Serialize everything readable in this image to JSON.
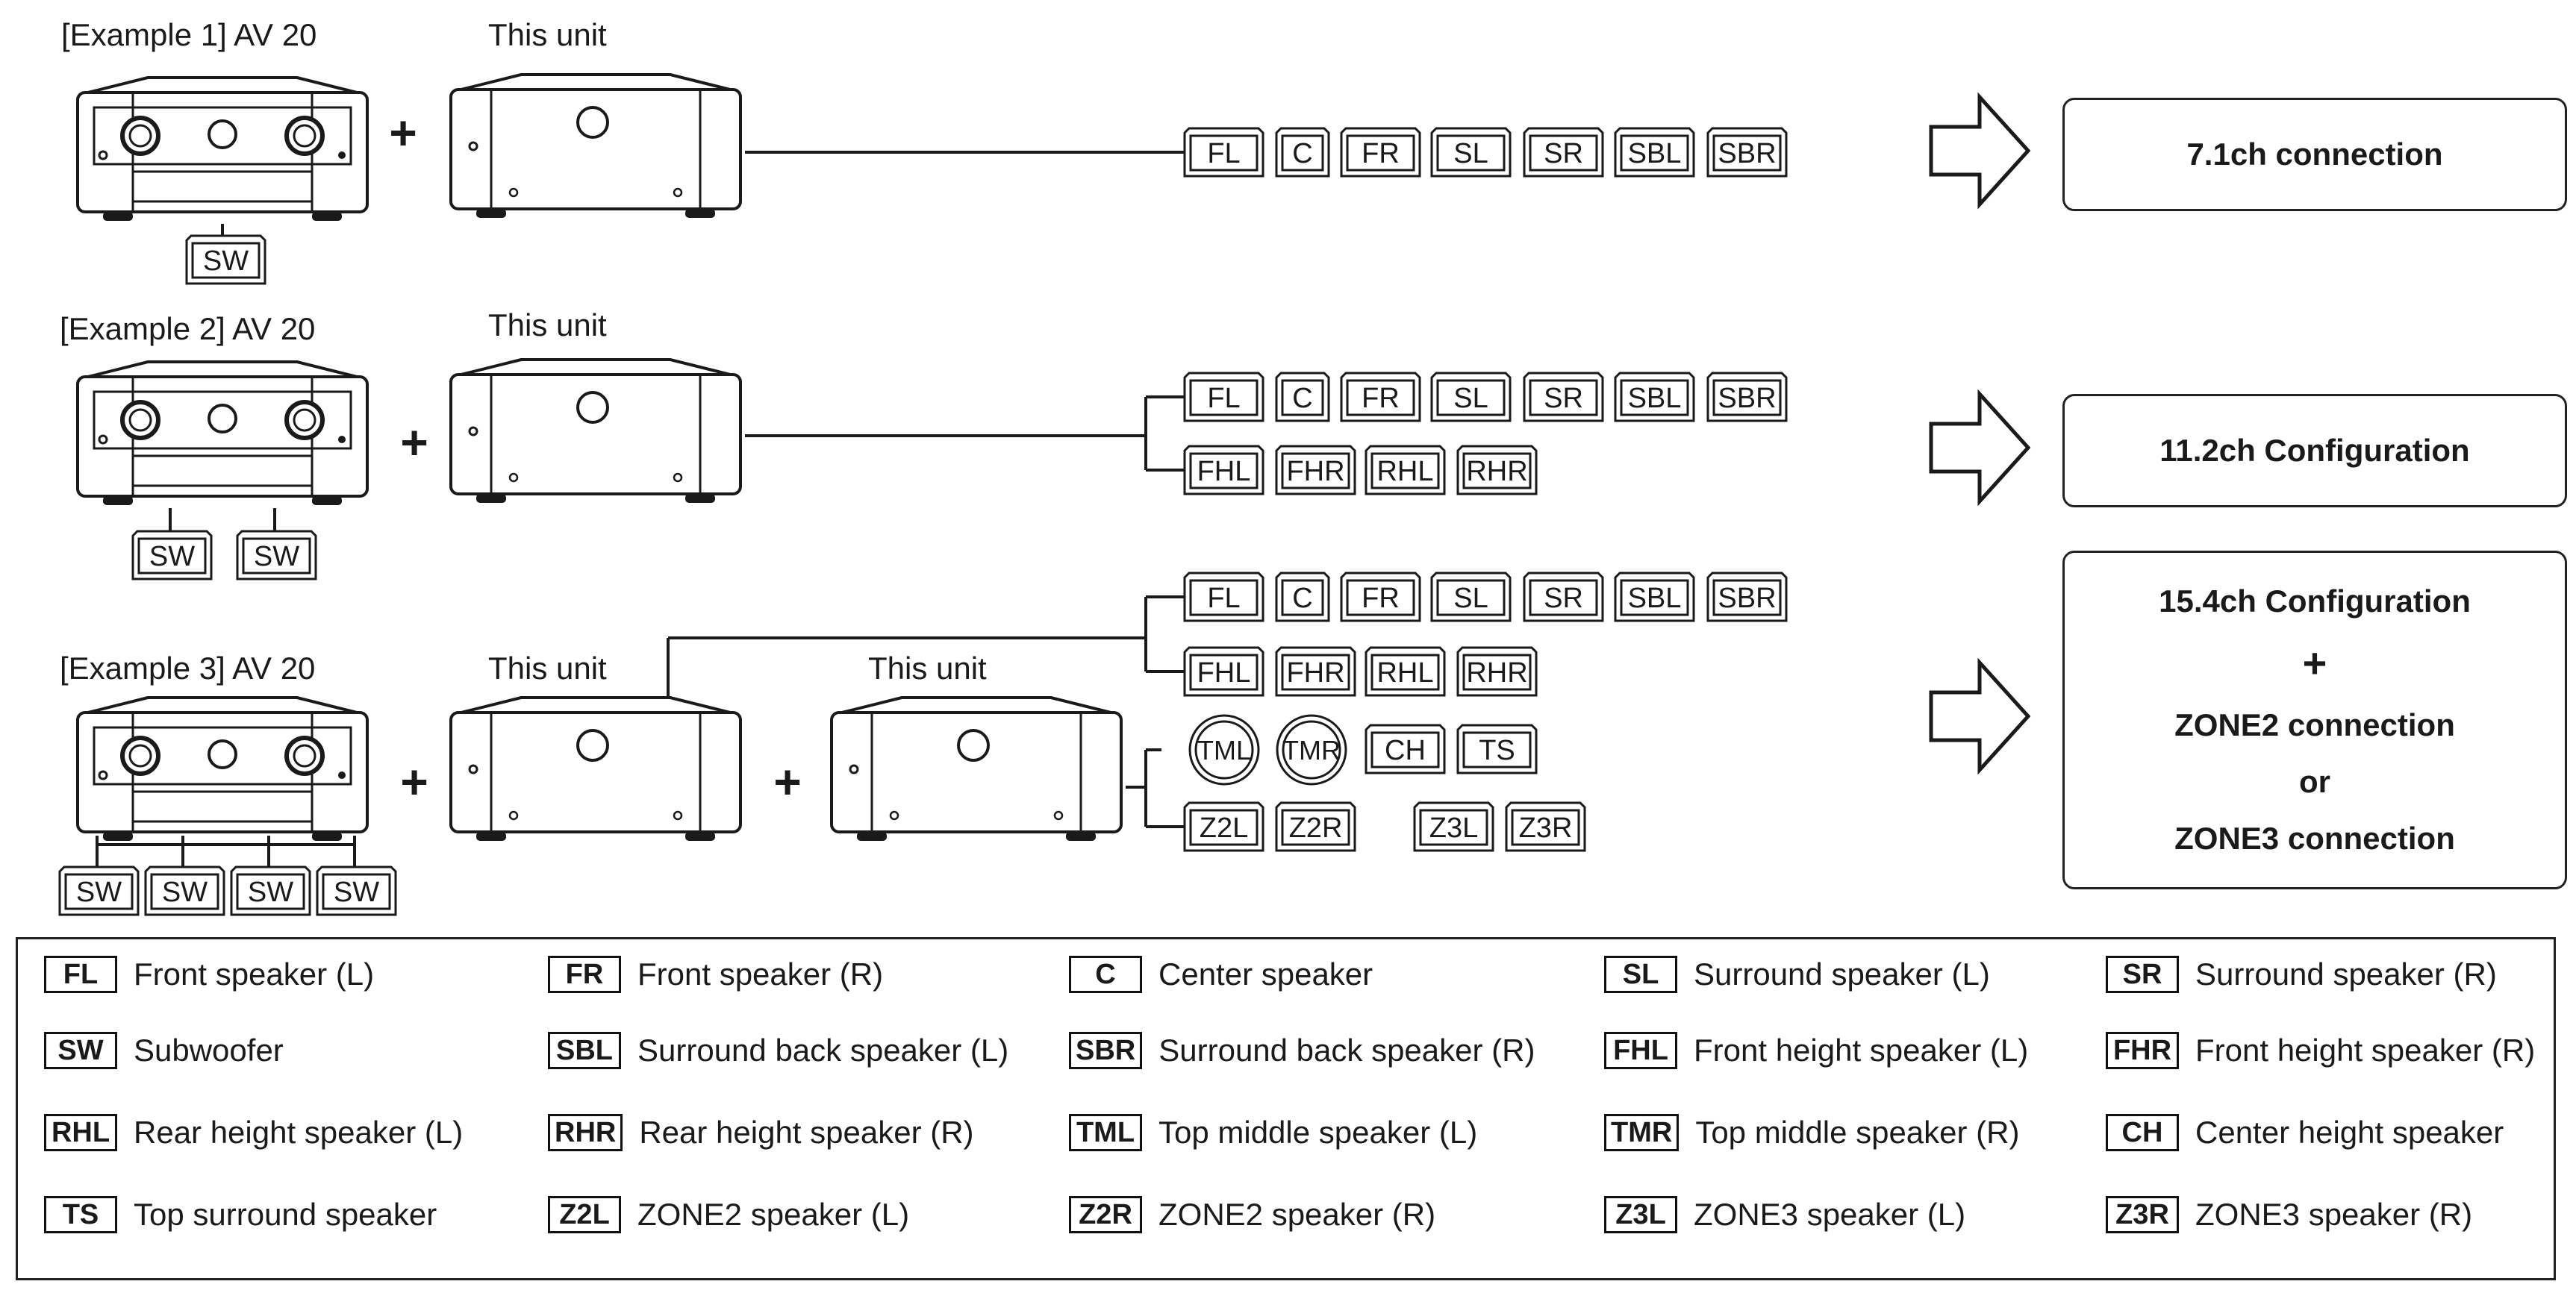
{
  "examples": [
    {
      "label": "[Example 1] AV 20",
      "unit_labels": [
        "This unit"
      ]
    },
    {
      "label": "[Example 2] AV 20",
      "unit_labels": [
        "This unit"
      ]
    },
    {
      "label": "[Example 3] AV 20",
      "unit_labels": [
        "This unit",
        "This unit"
      ]
    }
  ],
  "plus_sign": "+",
  "speakers": {
    "row1": [
      "FL",
      "C",
      "FR",
      "SL",
      "SR",
      "SBL",
      "SBR"
    ],
    "row2_top": [
      "FL",
      "C",
      "FR",
      "SL",
      "SR",
      "SBL",
      "SBR"
    ],
    "row2_bottom": [
      "FHL",
      "FHR",
      "RHL",
      "RHR"
    ],
    "row3_a": [
      "FL",
      "C",
      "FR",
      "SL",
      "SR",
      "SBL",
      "SBR"
    ],
    "row3_b": [
      "FHL",
      "FHR",
      "RHL",
      "RHR"
    ],
    "row3_c_round": [
      "TML",
      "TMR"
    ],
    "row3_c_square": [
      "CH",
      "TS"
    ],
    "row3_d": [
      "Z2L",
      "Z2R",
      "Z3L",
      "Z3R"
    ],
    "sw": "SW"
  },
  "results": {
    "r1": "7.1ch connection",
    "r2": "11.2ch Configuration",
    "r3": [
      "15.4ch Configuration",
      "+",
      "ZONE2 connection",
      "or",
      "ZONE3 connection"
    ]
  },
  "legend": [
    [
      {
        "code": "FL",
        "desc": "Front speaker (L)"
      },
      {
        "code": "FR",
        "desc": "Front speaker (R)"
      },
      {
        "code": "C",
        "desc": "Center speaker"
      },
      {
        "code": "SL",
        "desc": "Surround speaker (L)"
      },
      {
        "code": "SR",
        "desc": "Surround speaker (R)"
      }
    ],
    [
      {
        "code": "SW",
        "desc": "Subwoofer"
      },
      {
        "code": "SBL",
        "desc": "Surround back speaker (L)"
      },
      {
        "code": "SBR",
        "desc": "Surround back speaker (R)"
      },
      {
        "code": "FHL",
        "desc": "Front height speaker (L)"
      },
      {
        "code": "FHR",
        "desc": "Front height speaker (R)"
      }
    ],
    [
      {
        "code": "RHL",
        "desc": "Rear height speaker (L)"
      },
      {
        "code": "RHR",
        "desc": "Rear height speaker (R)"
      },
      {
        "code": "TML",
        "desc": "Top middle speaker (L)"
      },
      {
        "code": "TMR",
        "desc": "Top middle speaker (R)"
      },
      {
        "code": "CH",
        "desc": "Center height speaker"
      }
    ],
    [
      {
        "code": "TS",
        "desc": "Top surround speaker"
      },
      {
        "code": "Z2L",
        "desc": "ZONE2 speaker (L)"
      },
      {
        "code": "Z2R",
        "desc": "ZONE2 speaker (R)"
      },
      {
        "code": "Z3L",
        "desc": "ZONE3 speaker (L)"
      },
      {
        "code": "Z3R",
        "desc": "ZONE3 speaker (R)"
      }
    ]
  ]
}
